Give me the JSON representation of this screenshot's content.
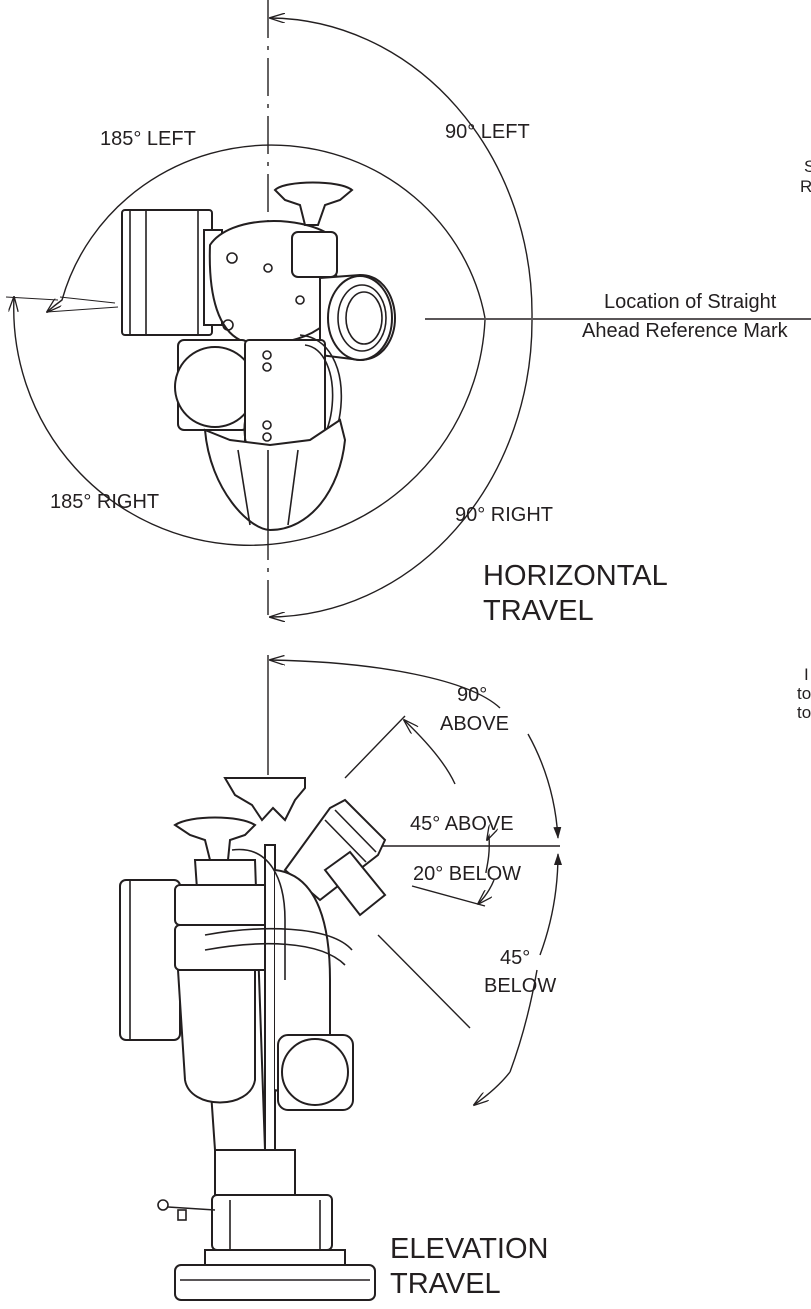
{
  "horizontal": {
    "title_line1": "HORIZONTAL",
    "title_line2": "TRAVEL",
    "left_185": "185° LEFT",
    "left_90": "90° LEFT",
    "right_185": "185° RIGHT",
    "right_90": "90° RIGHT",
    "reference_line1": "Location of Straight",
    "reference_line2": "Ahead Reference Mark"
  },
  "elevation": {
    "title_line1": "ELEVATION",
    "title_line2": "TRAVEL",
    "above_90_line1": "90°",
    "above_90_line2": "ABOVE",
    "above_45": "45° ABOVE",
    "below_20": "20° BELOW",
    "below_45_line1": "45°",
    "below_45_line2": "BELOW"
  },
  "edge_fragments": {
    "right_top_1": "S",
    "right_top_2": "R",
    "right_mid_1": "I",
    "right_mid_2": "to",
    "right_mid_3": "to"
  },
  "colors": {
    "ink": "#231f20",
    "background": "#ffffff"
  }
}
